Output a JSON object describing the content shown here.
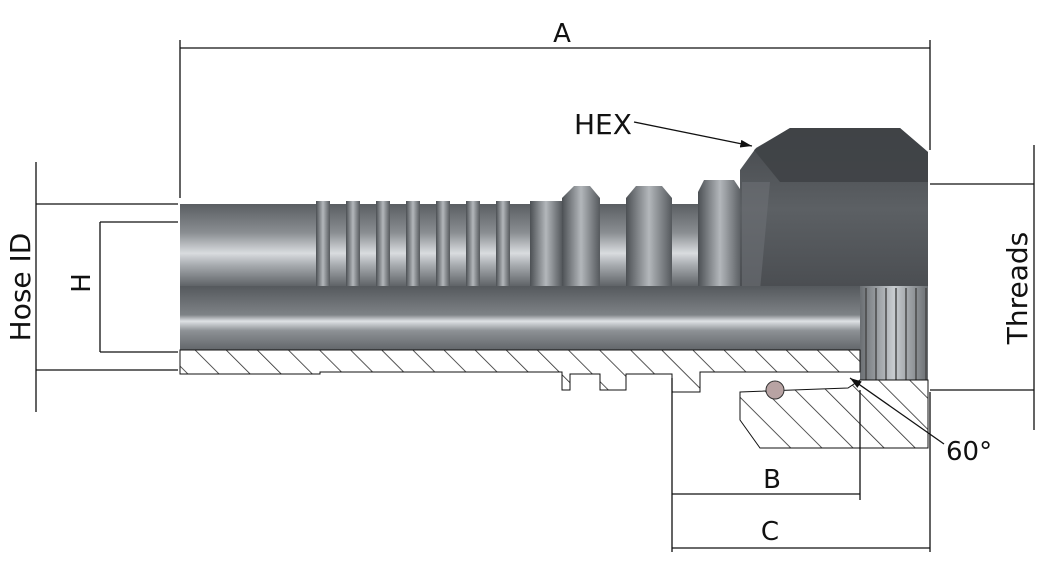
{
  "labels": {
    "a": "A",
    "b": "B",
    "c": "C",
    "hex": "HEX",
    "hose_id": "Hose ID",
    "h": "H",
    "threads": "Threads",
    "angle": "60°"
  },
  "colors": {
    "steel_dark": "#4a4d51",
    "steel_mid": "#6f7377",
    "steel_light": "#b9bdc1",
    "highlight": "#e6e9ec",
    "hatch": "#2b2b2b",
    "line": "#111111"
  }
}
